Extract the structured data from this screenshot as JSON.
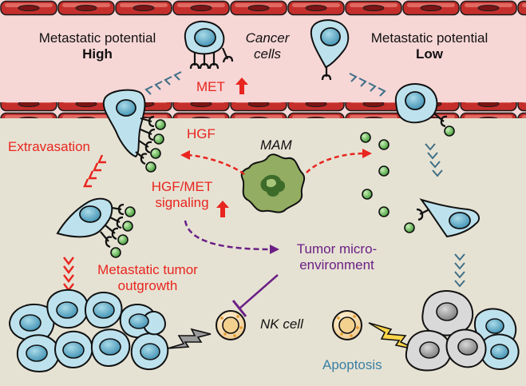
{
  "labels": {
    "metastatic_high_line1": "Metastatic potential",
    "metastatic_high_line2": "High",
    "metastatic_low_line1": "Metastatic potential",
    "metastatic_low_line2": "Low",
    "cancer_cells_line1": "Cancer",
    "cancer_cells_line2": "cells",
    "met": "MET",
    "hgf": "HGF",
    "extravasation": "Extravasation",
    "mam": "MAM",
    "hgf_met_line1": "HGF/MET",
    "hgf_met_line2": "signaling",
    "tumor_micro_line1": "Tumor micro-",
    "tumor_micro_line2": "environment",
    "metastatic_tumor_line1": "Metastatic tumor",
    "metastatic_tumor_line2": "outgrowth",
    "nk_cell": "NK cell",
    "apoptosis": "Apoptosis"
  },
  "colors": {
    "vessel_background": "#f7d6d6",
    "tissue_background": "#e6e2d3",
    "endothelium": "#c9312f",
    "cancer_cell_fill": "#bde2ee",
    "nucleus_fill": "#5aa6c4",
    "hgf_ligand": "#6cc05a",
    "mam_fill": "#8aa65a",
    "nk_cell_fill": "#f6e0b0",
    "red_text": "#e8251f",
    "purple_text": "#6a1f86",
    "apoptosis_text": "#3a7fa3"
  },
  "icons": [
    "up-arrow-icon",
    "lightning-bolt-icon",
    "inhibition-bar-icon"
  ]
}
